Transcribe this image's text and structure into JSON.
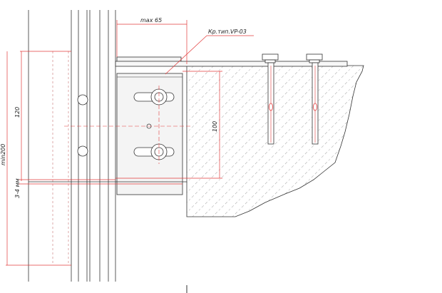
{
  "dimensions": {
    "max_label": "max 65",
    "bracket_label": "Кр.тип.VP-03",
    "height_100": "100",
    "height_120": "120",
    "min_200": "min200",
    "gap_label": "3-4 мм"
  },
  "colors": {
    "line": "#222222",
    "red": "#e23b3b",
    "hatch": "#9a9a9a",
    "grey_fill": "#eeeeee"
  }
}
